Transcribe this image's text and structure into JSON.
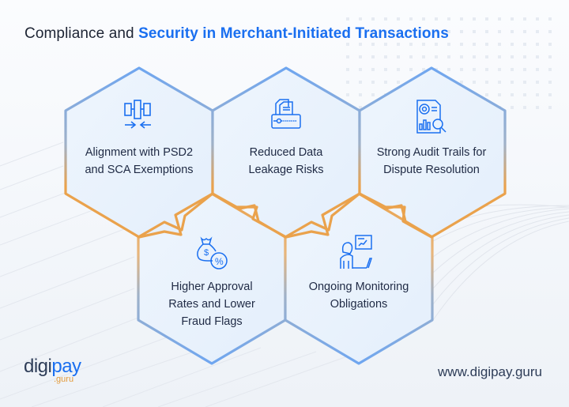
{
  "title": {
    "prefix": "Compliance and ",
    "accent": "Security in Merchant-Initiated Transactions"
  },
  "colors": {
    "accent_blue": "#1a6ff0",
    "hex_blue": "#6fa6f0",
    "hex_orange": "#eaa24c",
    "hex_fill": "#e8f2fd",
    "text_dark": "#1f2a44"
  },
  "hexagons": [
    {
      "icon": "alignment-arrows-icon",
      "line1": "Alignment with PSD2",
      "line2": "and SCA Exemptions",
      "line3": ""
    },
    {
      "icon": "secure-folder-icon",
      "line1": "Reduced Data",
      "line2": "Leakage Risks",
      "line3": ""
    },
    {
      "icon": "audit-report-icon",
      "line1": "Strong Audit Trails for",
      "line2": "Dispute Resolution",
      "line3": ""
    },
    {
      "icon": "money-bag-percent-icon",
      "line1": "Higher Approval",
      "line2": "Rates and Lower",
      "line3": "Fraud Flags"
    },
    {
      "icon": "monitoring-person-icon",
      "line1": "Ongoing Monitoring",
      "line2": "Obligations",
      "line3": ""
    }
  ],
  "footer": {
    "logo_digi": "digi",
    "logo_pay": "pay",
    "logo_sub": ".guru",
    "url": "www.digipay.guru"
  }
}
